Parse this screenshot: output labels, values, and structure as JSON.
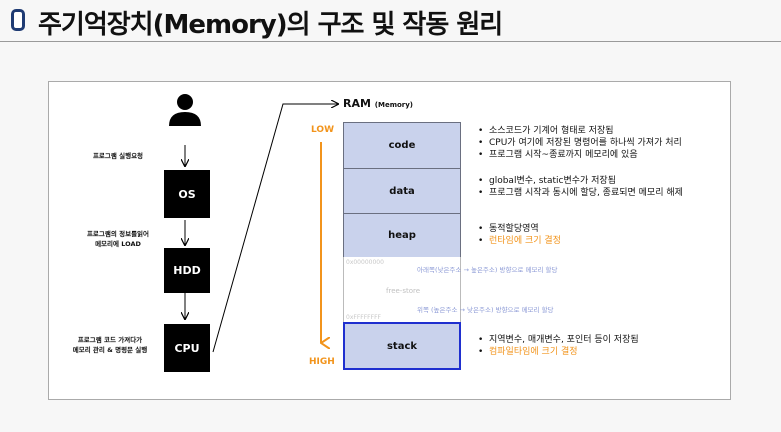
{
  "header": {
    "title": "주기억장치(Memory)의 구조 및 작동 원리"
  },
  "left": {
    "step1": "프로그램 실행요청",
    "os": "OS",
    "step2_line1": "프로그램의 정보를읽어",
    "step2_line2": "메모리에 LOAD",
    "hdd": "HDD",
    "step3_line1": "프로그램 코드 가져다가",
    "step3_line2": "메모리 관리 & 명령문 실행",
    "cpu": "CPU"
  },
  "ram": {
    "title": "RAM",
    "subtitle": "(Memory)",
    "low": "LOW",
    "high": "HIGH",
    "addr_low": "0x00000000",
    "addr_high": "0xFFFFFFFF",
    "free_store": "free-store",
    "note_down": "아래쪽(낮은주소 → 높은주소) 방향으로 메모리 할당",
    "note_up": "위쪽 (높은주소 → 낮은주소) 방향으로 메모리 할당",
    "segments": [
      {
        "name": "code",
        "desc": [
          "소스코드가 기계어 형태로 저장됨",
          "CPU가 여기에 저장된 명령어를 하나씩 가져가 처리",
          "프로그램 시작~종료까지 메모리에 있음"
        ]
      },
      {
        "name": "data",
        "desc": [
          "global변수, static변수가 저장됨",
          "프로그램 시작과 동시에 할당, 종료되면 메모리 해제"
        ]
      },
      {
        "name": "heap",
        "desc": [
          "동적할당영역",
          "런타임에 크기 결정"
        ]
      },
      {
        "name": "stack",
        "desc": [
          "지역변수, 매개변수, 포인터 등이 저장됨",
          "컴파일타임에 크기 결정"
        ]
      }
    ]
  },
  "colors": {
    "orange": "#f2941c",
    "segment_fill": "#c9d2ec",
    "stack_border": "#1f2fcf",
    "header_icon": "#1f3b73"
  }
}
